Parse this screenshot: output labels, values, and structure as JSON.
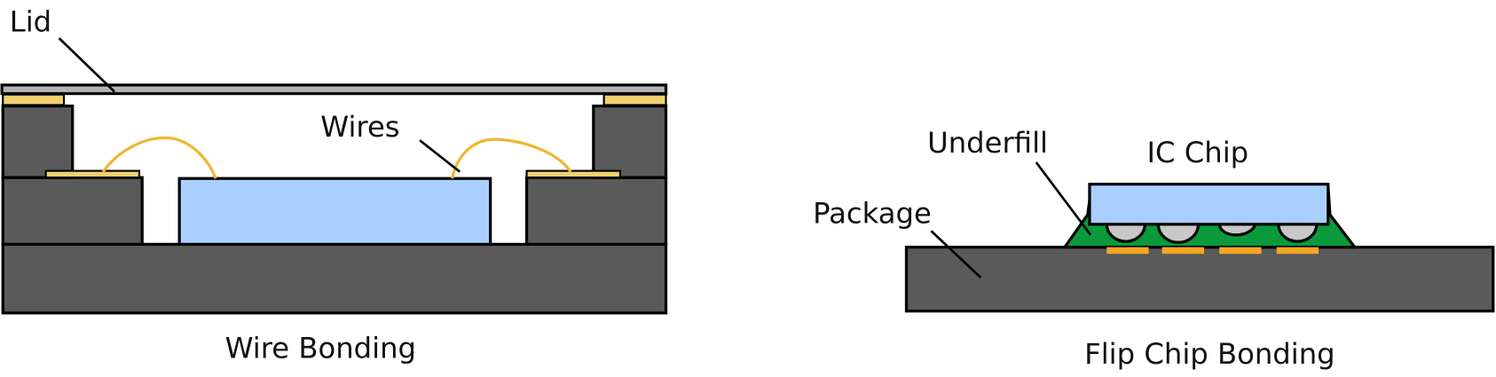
{
  "wire_bonding": {
    "caption": "Wire Bonding",
    "labels": {
      "lid": "Lid",
      "wires": "Wires"
    }
  },
  "flip_chip": {
    "caption": "Flip Chip Bonding",
    "labels": {
      "underfill": "Underfill",
      "ic_chip": "IC Chip",
      "package": "Package"
    }
  },
  "colors": {
    "package": "#5a5a5a",
    "chip": "#aacfff",
    "lid": "#b4b4b4",
    "gold": "#f0d070",
    "wire": "#f2b632",
    "underfill": "#0a9a3c",
    "bump": "#c8c8c8",
    "pad": "#f5a623"
  }
}
